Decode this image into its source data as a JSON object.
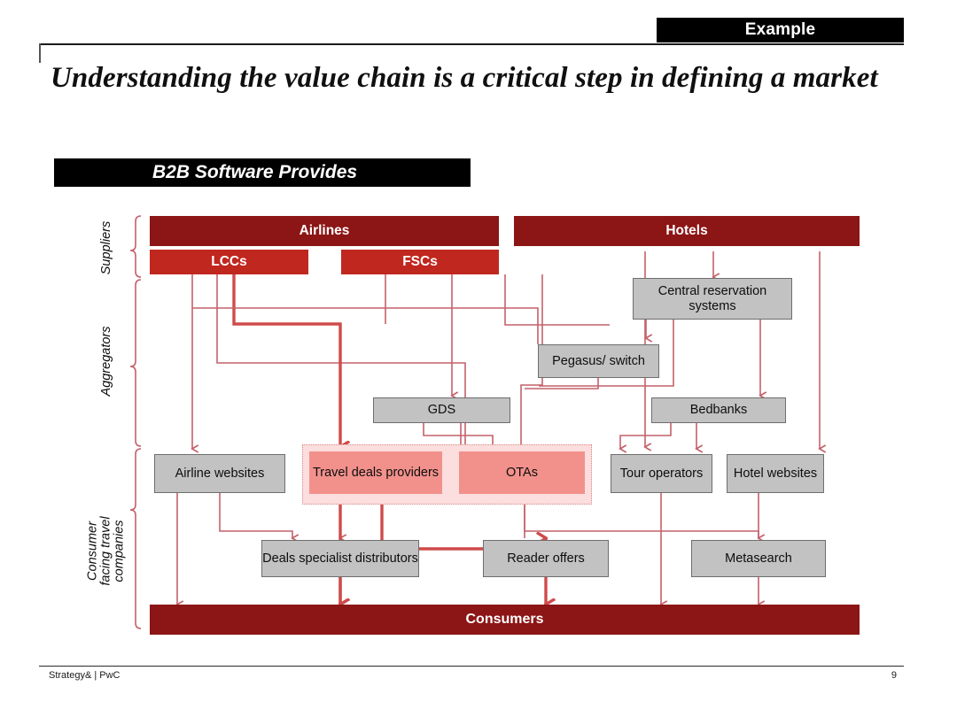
{
  "header": {
    "badge": "Example",
    "title": "Understanding the value chain is a critical step in defining a market"
  },
  "banner": {
    "label": "B2B Software Provides"
  },
  "group_labels": [
    {
      "name": "suppliers",
      "text": "Suppliers"
    },
    {
      "name": "aggregators",
      "text": "Aggregators"
    },
    {
      "name": "consumer-facing",
      "text": "Consumer\nfacing travel\ncompanies"
    }
  ],
  "colors": {
    "dark_red": "#8c1515",
    "mid_red": "#c0271f",
    "salmon": "#f2918c",
    "highlight": "#fbdedd",
    "gray_box": "#c2c2c2",
    "connector": "#c4616a",
    "connector_strong": "#cf4b4b",
    "black": "#000000"
  },
  "nodes": {
    "airlines": "Airlines",
    "hotels": "Hotels",
    "lccs": "LCCs",
    "fscs": "FSCs",
    "central_reservation_systems": "Central reservation systems",
    "pegasus_switch": "Pegasus/ switch",
    "gds": "GDS",
    "bedbanks": "Bedbanks",
    "airline_websites": "Airline websites",
    "travel_deals_providers": "Travel deals providers",
    "otas": "OTAs",
    "tour_operators": "Tour operators",
    "hotel_websites": "Hotel websites",
    "deals_specialist_distributors": "Deals specialist distributors",
    "reader_offers": "Reader offers",
    "metasearch": "Metasearch",
    "consumers": "Consumers"
  },
  "footer": {
    "brand": "Strategy& | PwC",
    "page": "9"
  }
}
